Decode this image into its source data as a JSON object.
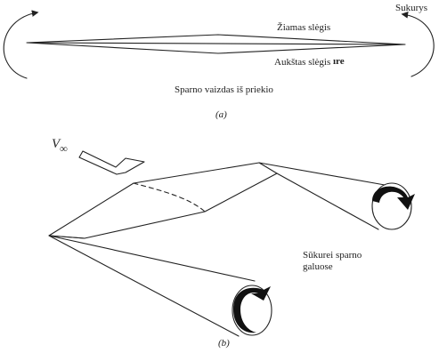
{
  "part_a": {
    "low_pressure": "Žiamas slėgis",
    "high_pressure": "Aukštas slėgis",
    "high_pressure_residue": "ıre",
    "vortex": "Sukurys",
    "caption_view": "Sparno vaizdas iš priekio",
    "caption_letter": "(a)"
  },
  "part_b": {
    "freestream_symbol": "V",
    "freestream_subscript": "∞",
    "wingtip_vortices_line1": "Sūkurei sparno",
    "wingtip_vortices_line2": "galuose",
    "caption_letter": "(b)"
  }
}
